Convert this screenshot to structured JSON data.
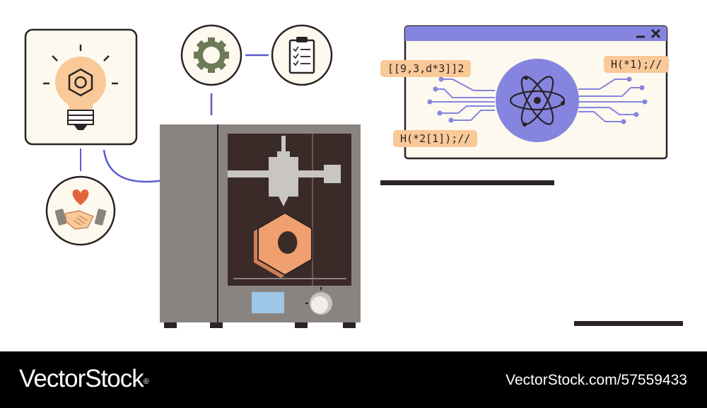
{
  "code_snippets": {
    "left_top": "[[9,3,d*3]]2",
    "right_top": "H(*1);//",
    "left_bottom": "H(*2[1]);//"
  },
  "footer": {
    "brand": "VectorStock",
    "registered_mark": "®",
    "url": "VectorStock.com/57559433"
  },
  "icons": [
    "lightbulb-icon",
    "handshake-icon",
    "gear-icon",
    "clipboard-checklist-icon",
    "atom-icon",
    "3d-printer",
    "hex-nut"
  ],
  "colors": {
    "outline": "#2a2326",
    "purple": "#8585e0",
    "peach": "#f9c998",
    "orange": "#f0a06e",
    "printer_gray": "#8a8480",
    "printer_interior": "#3a2a28",
    "gear_green": "#6c7a58",
    "heart": "#e0643c",
    "screen_blue": "#9ec6e6",
    "window_bg": "#fdf9ef"
  }
}
